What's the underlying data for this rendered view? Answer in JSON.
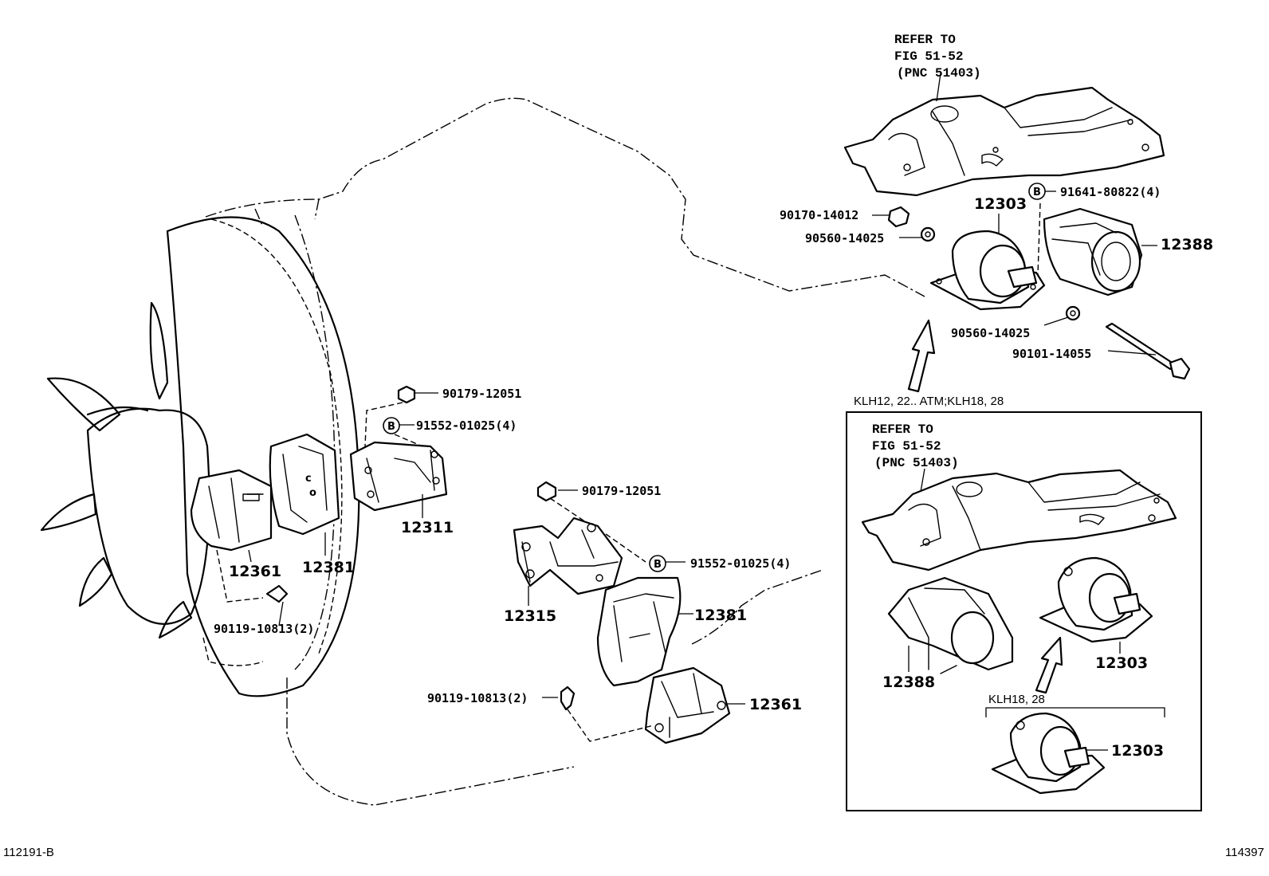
{
  "refer_top": {
    "line1": "REFER TO",
    "line2": "FIG 51-52",
    "line3": "(PNC 51403)"
  },
  "refer_inset": {
    "line1": "REFER TO",
    "line2": "FIG 51-52",
    "line3": "(PNC 51403)"
  },
  "conditions": {
    "upper": "KLH12, 22.. ATM;KLH18, 28",
    "inset": "KLH18, 28"
  },
  "b_mark": "B",
  "labels": {
    "p90179_12051_a": "90179-12051",
    "p91552_01025_a": "91552-01025(4)",
    "p12311": "12311",
    "p12361_a": "12361",
    "p12381_a": "12381",
    "p90119_10813_a": "90119-10813(2)",
    "p90179_12051_b": "90179-12051",
    "p91552_01025_b": "91552-01025(4)",
    "p12315": "12315",
    "p12381_b": "12381",
    "p90119_10813_b": "90119-10813(2)",
    "p12361_b": "12361",
    "p90170_14012": "90170-14012",
    "p90560_14025_a": "90560-14025",
    "p12303_a": "12303",
    "p91641_80822": "91641-80822(4)",
    "p12388_a": "12388",
    "p90560_14025_b": "90560-14025",
    "p90101_14055": "90101-14055",
    "p12388_b": "12388",
    "p12303_b": "12303",
    "p12303_c": "12303"
  },
  "footer": {
    "left_code": "112191-B",
    "right_code": "114397"
  }
}
